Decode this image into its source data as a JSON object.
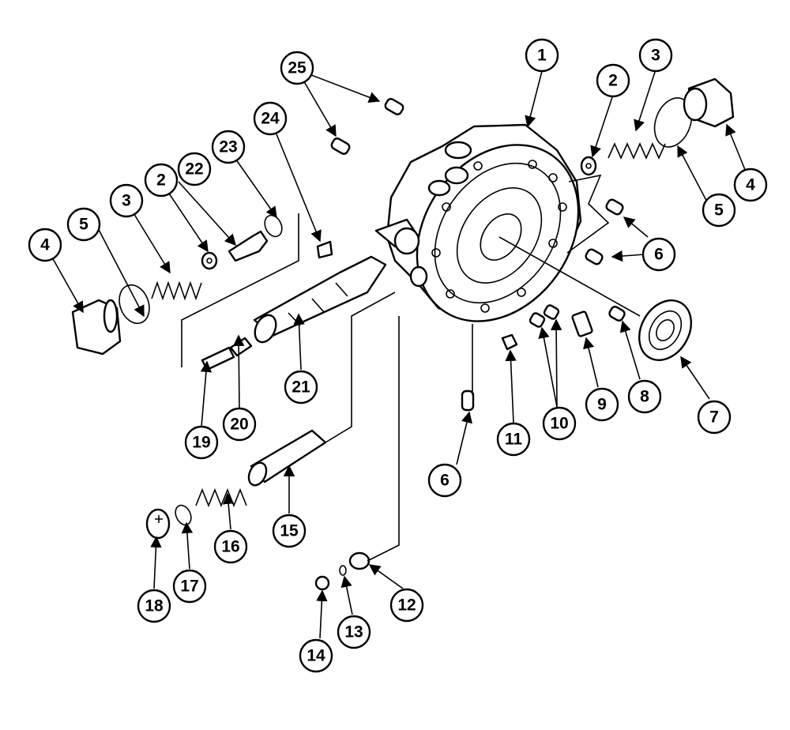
{
  "diagram": {
    "callouts": [
      {
        "id": "c1",
        "label": "1"
      },
      {
        "id": "c2a",
        "label": "2"
      },
      {
        "id": "c3a",
        "label": "3"
      },
      {
        "id": "c4a",
        "label": "4"
      },
      {
        "id": "c5a",
        "label": "5"
      },
      {
        "id": "c6a",
        "label": "6"
      },
      {
        "id": "c25",
        "label": "25"
      },
      {
        "id": "c24",
        "label": "24"
      },
      {
        "id": "c23",
        "label": "23"
      },
      {
        "id": "c22",
        "label": "22"
      },
      {
        "id": "c2b",
        "label": "2"
      },
      {
        "id": "c3b",
        "label": "3"
      },
      {
        "id": "c5b",
        "label": "5"
      },
      {
        "id": "c4b",
        "label": "4"
      },
      {
        "id": "c21",
        "label": "21"
      },
      {
        "id": "c20",
        "label": "20"
      },
      {
        "id": "c19",
        "label": "19"
      },
      {
        "id": "c15",
        "label": "15"
      },
      {
        "id": "c16",
        "label": "16"
      },
      {
        "id": "c17",
        "label": "17"
      },
      {
        "id": "c18",
        "label": "18"
      },
      {
        "id": "c6b",
        "label": "6"
      },
      {
        "id": "c11",
        "label": "11"
      },
      {
        "id": "c10",
        "label": "10"
      },
      {
        "id": "c9",
        "label": "9"
      },
      {
        "id": "c8",
        "label": "8"
      },
      {
        "id": "c7",
        "label": "7"
      },
      {
        "id": "c12",
        "label": "12"
      },
      {
        "id": "c13",
        "label": "13"
      },
      {
        "id": "c14",
        "label": "14"
      }
    ]
  }
}
